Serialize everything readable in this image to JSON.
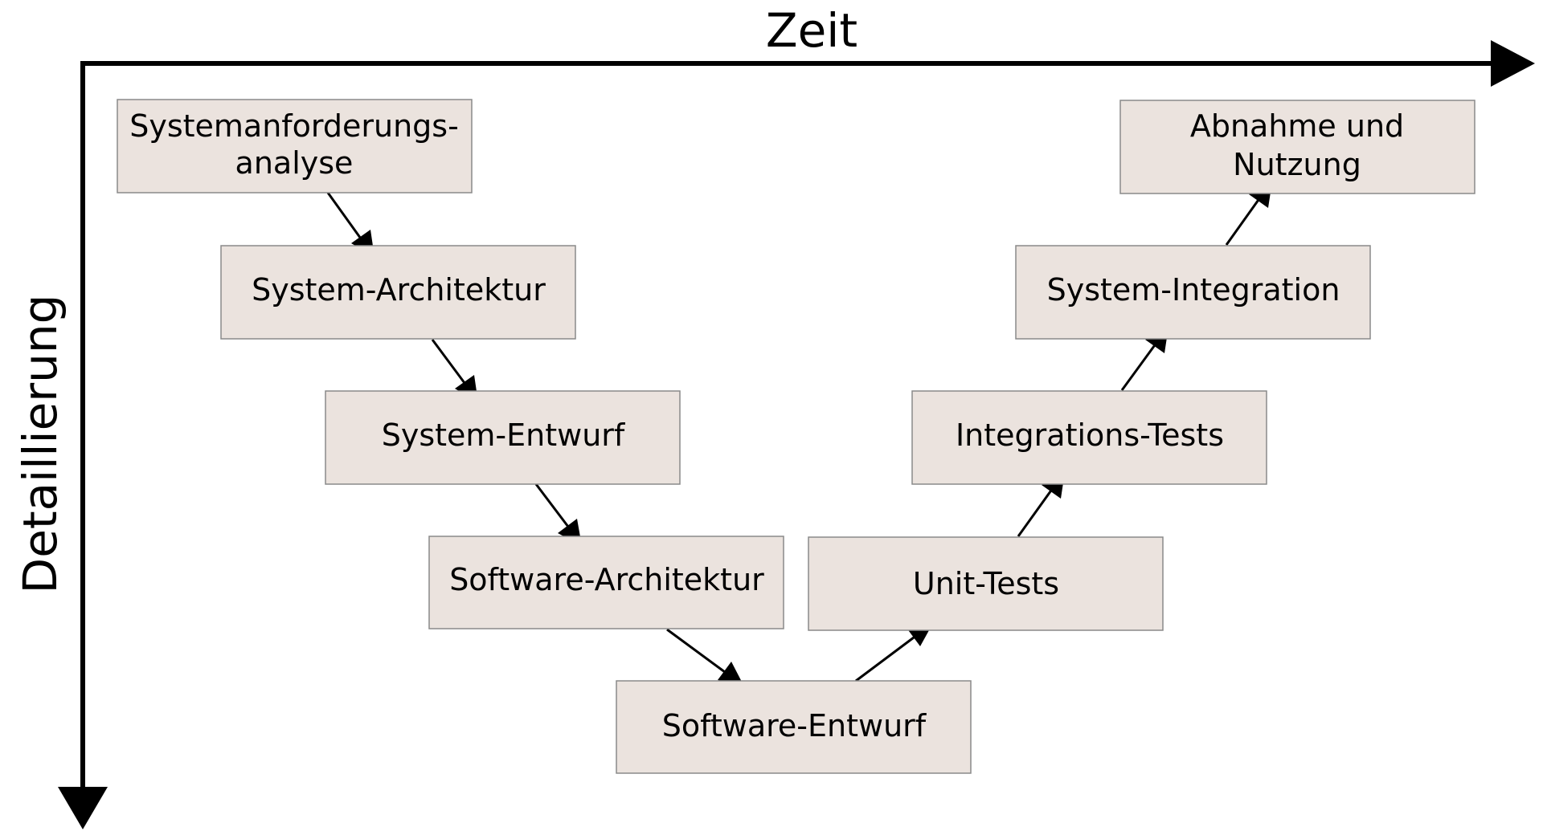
{
  "axes": {
    "time_label": "Zeit",
    "detail_label": "Detaillierung"
  },
  "phases": [
    {
      "id": "systemanforderungsanalyse",
      "lines": [
        "Systemanforderungs-",
        "analyse"
      ]
    },
    {
      "id": "system-architektur",
      "lines": [
        "System-Architektur"
      ]
    },
    {
      "id": "system-entwurf",
      "lines": [
        "System-Entwurf"
      ]
    },
    {
      "id": "software-architektur",
      "lines": [
        "Software-Architektur"
      ]
    },
    {
      "id": "software-entwurf",
      "lines": [
        "Software-Entwurf"
      ]
    },
    {
      "id": "unit-tests",
      "lines": [
        "Unit-Tests"
      ]
    },
    {
      "id": "integrations-tests",
      "lines": [
        "Integrations-Tests"
      ]
    },
    {
      "id": "system-integration",
      "lines": [
        "System-Integration"
      ]
    },
    {
      "id": "abnahme-und-nutzung",
      "lines": [
        "Abnahme und",
        "Nutzung"
      ]
    }
  ],
  "colors": {
    "box_fill": "#ebe3de",
    "box_border": "#8a8a8a",
    "arrows": "#000000"
  }
}
